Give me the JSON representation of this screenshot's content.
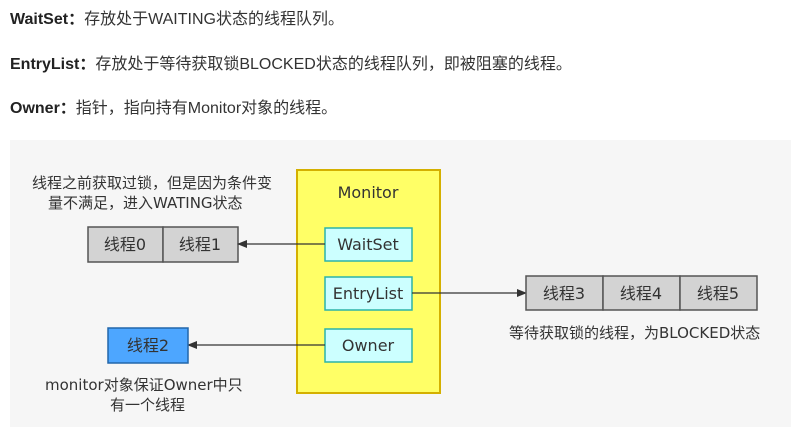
{
  "header": {
    "items": [
      {
        "term": "WaitSet：",
        "desc": "存放处于WAITING状态的线程队列。"
      },
      {
        "term": "EntryList：",
        "desc": "存放处于等待获取锁BLOCKED状态的线程队列，即被阻塞的线程。"
      },
      {
        "term": "Owner：",
        "desc": "指针，指向持有Monitor对象的线程。"
      }
    ]
  },
  "diagram": {
    "monitor_title": "Monitor",
    "slots": {
      "waitset": "WaitSet",
      "entrylist": "EntryList",
      "owner": "Owner"
    },
    "wait_threads": [
      "线程0",
      "线程1"
    ],
    "blocked_threads": [
      "线程3",
      "线程4",
      "线程5"
    ],
    "owner_thread": "线程2",
    "notes": {
      "wait_line1": "线程之前获取过锁，但是因为条件变",
      "wait_line2": "量不满足，进入WATING状态",
      "blocked": "等待获取锁的线程，为BLOCKED状态",
      "owner_line1": "monitor对象保证Owner中只",
      "owner_line2": "有一个线程"
    },
    "colors": {
      "monitor_fill": "#ffff66",
      "monitor_border": "#d4b000",
      "slot_fill": "#ccffff",
      "slot_border": "#2bb3a8",
      "thread_fill": "#d3d3d3",
      "thread_border": "#555555",
      "owner_thread_fill": "#4da6ff",
      "owner_thread_border": "#2266aa",
      "background": "#f6f6f6"
    }
  }
}
